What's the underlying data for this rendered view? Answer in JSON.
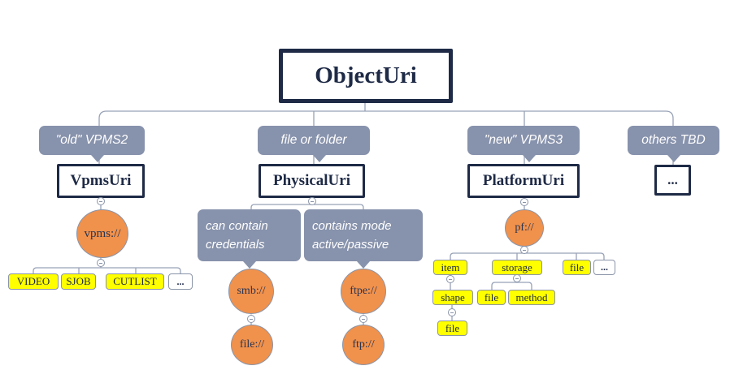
{
  "root": {
    "label": "ObjectUri"
  },
  "branches": [
    {
      "callout": "\"old\" VPMS2",
      "box": "VpmsUri"
    },
    {
      "callout": "file or folder",
      "box": "PhysicalUri"
    },
    {
      "callout": "\"new\" VPMS3",
      "box": "PlatformUri"
    },
    {
      "callout": "others TBD",
      "box": "..."
    }
  ],
  "vpms": {
    "scheme": "vpms://",
    "types": [
      "VIDEO",
      "SJOB",
      "CUTLIST",
      "..."
    ]
  },
  "physical": {
    "credentials_note": "can contain credentials",
    "mode_note": "contains mode active/passive",
    "smb_scheme": "smb://",
    "smb_child": "file://",
    "ftpe_scheme": "ftpe://",
    "ftpe_child": "ftp://"
  },
  "platform": {
    "scheme": "pf://",
    "children": [
      "item",
      "storage",
      "file",
      "..."
    ],
    "item_child": "shape",
    "storage_children": [
      "file",
      "method"
    ],
    "shape_child": "file"
  },
  "colors": {
    "topic_outline": "#1E2A46",
    "callout_fill": "#8792AC",
    "scheme_fill": "#F0914C",
    "type_fill": "#FFFF00",
    "connector": "#98A2B6"
  }
}
